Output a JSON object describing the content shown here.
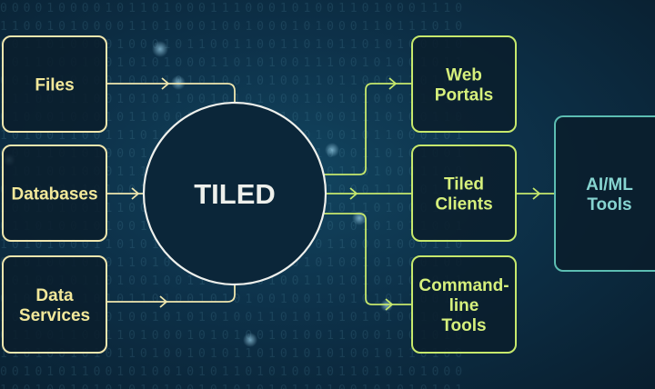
{
  "background_digits": [
    "0000100001011010001110001010011010001110",
    "1100101000011010001001000101000110111010",
    "0011010000100010110011001101011010100010",
    "1011000100101010001101010011100101001011",
    "0010010000100010101001010011011000110100",
    "1110011100101011001010100011010100011010",
    "0100010001011000101001101010001110100110",
    "1010011001110100011011000101001011000101",
    "0001101010001000101001011101000110101001",
    "1101001000111010101100100101011010001100",
    "0010101101001010011101010010100011010100",
    "1001010011100010100110101000101101000110",
    "0110100101001010001010110101000101011001",
    "1010100011010110001011010010110001000110",
    "0101001010110101100101001010100101000100",
    "1010010110100100110101010011010100101011",
    "0100101101011010010101001001101010110010",
    "1011010010100101010100110101010101001010",
    "0110011001101000101010010100110001001010",
    "1101001010110100101011010101010010110100",
    "0010101100101001010110101001011010101000",
    "1001001010101010010101010110100101010101"
  ],
  "sources": [
    {
      "lines": [
        "Files"
      ]
    },
    {
      "lines": [
        "Databases"
      ]
    },
    {
      "lines": [
        "Data",
        "Services"
      ]
    }
  ],
  "hub": {
    "label": "TILED"
  },
  "consumers": [
    {
      "lines": [
        "Web",
        "Portals"
      ]
    },
    {
      "lines": [
        "Tiled",
        "Clients"
      ]
    },
    {
      "lines": [
        "Command-",
        "line",
        "Tools"
      ]
    }
  ],
  "downstream": {
    "lines": [
      "AI/ML",
      "Tools"
    ]
  },
  "colors": {
    "source": "#efe6ae",
    "source_text": "#f2e89a",
    "hub": "#eef0ec",
    "consumer": "#c6e86c",
    "consumer_text": "#d6f07c",
    "downstream": "#5cbdb2",
    "downstream_text": "#86d4d0",
    "box_fill": "#0a1d2c"
  }
}
